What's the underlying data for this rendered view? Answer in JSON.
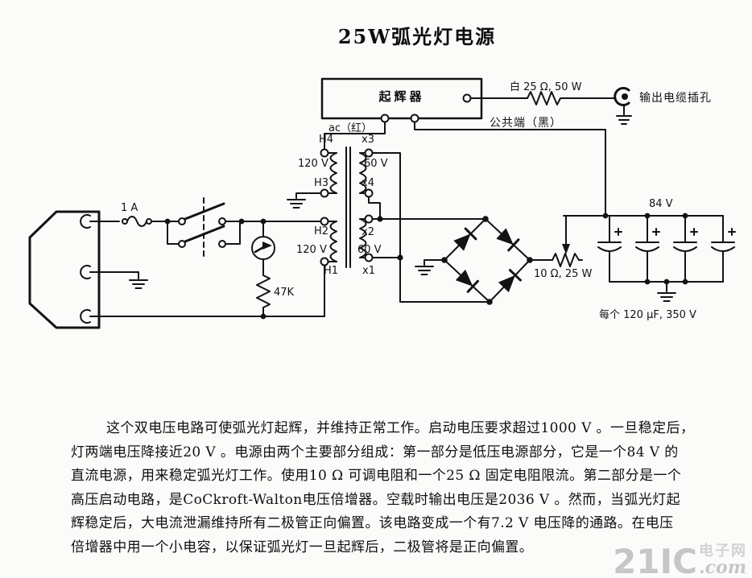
{
  "title": "25W弧光灯电源",
  "schematic": {
    "starter": "起辉器",
    "ballast_resistor": "白 25 Ω, 50 W",
    "output_jack": "输出电缆插孔",
    "common_wire": "公共端（黑）",
    "ac_wire": "ac（红）",
    "fuse": "1 A",
    "bleeder_resistor": "47K",
    "adjustable_resistor": "10 Ω, 25 W",
    "bus_voltage": "84 V",
    "capacitor_note": "每个 120 μF, 350 V",
    "transformer": {
      "h4": "H4",
      "h3": "H3",
      "h2": "H2",
      "h1": "H1",
      "x3": "x3",
      "x4": "x4",
      "x2": "x2",
      "x1": "x1",
      "primary_top_voltage": "120 V",
      "primary_bottom_voltage": "120 V",
      "secondary_top_voltage": "60 V",
      "secondary_bottom_voltage": "60 V"
    }
  },
  "description": {
    "lines": [
      "这个双电压电路可使弧光灯起辉，并维持正常工作。启动电压要求超过1000 V 。一旦稳定后，",
      "灯两端电压降接近20 V 。电源由两个主要部分组成：第一部分是低压电源部分，它是一个84 V 的",
      "直流电源，用来稳定弧光灯工作。使用10 Ω 可调电阻和一个25 Ω 固定电阻限流。第二部分是一个",
      "高压启动电路，是CoCkroft-Walton电压倍增器。空载时输出电压是2036 V 。然而，当弧光灯起",
      "辉稳定后，大电流泄漏维持所有二极管正向偏置。该电路变成一个有7.2 V 电压降的通路。在电压",
      "倍增器中用一个小电容，以保证弧光灯一旦起辉后，二极管将是正向偏置。"
    ]
  },
  "watermark": {
    "logo": "21IC",
    "suffix_cn": "电子网",
    "suffix_com": ".com"
  }
}
